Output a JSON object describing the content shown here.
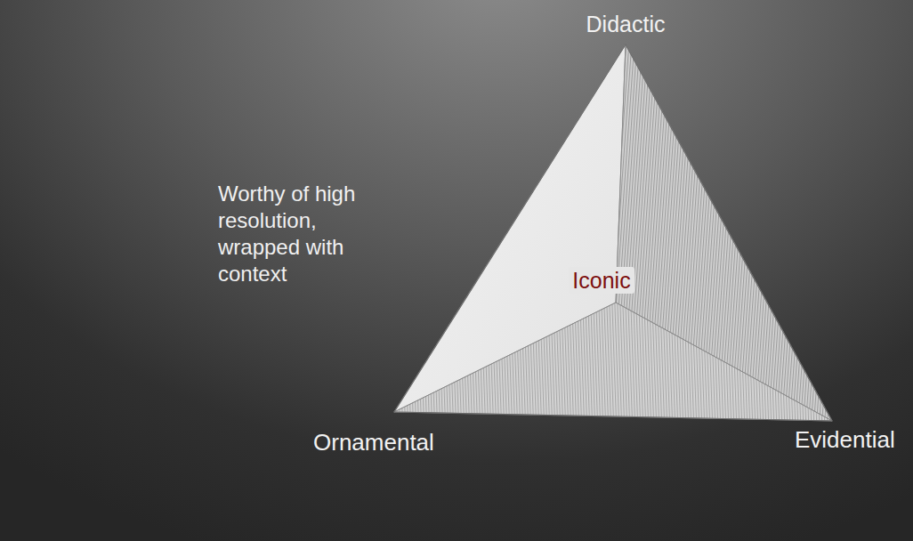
{
  "diagram": {
    "labels": [
      "Didactic",
      "Worthy of high resolution, wrapped with context",
      "Iconic",
      "Ornamental",
      "Evidential"
    ]
  }
}
